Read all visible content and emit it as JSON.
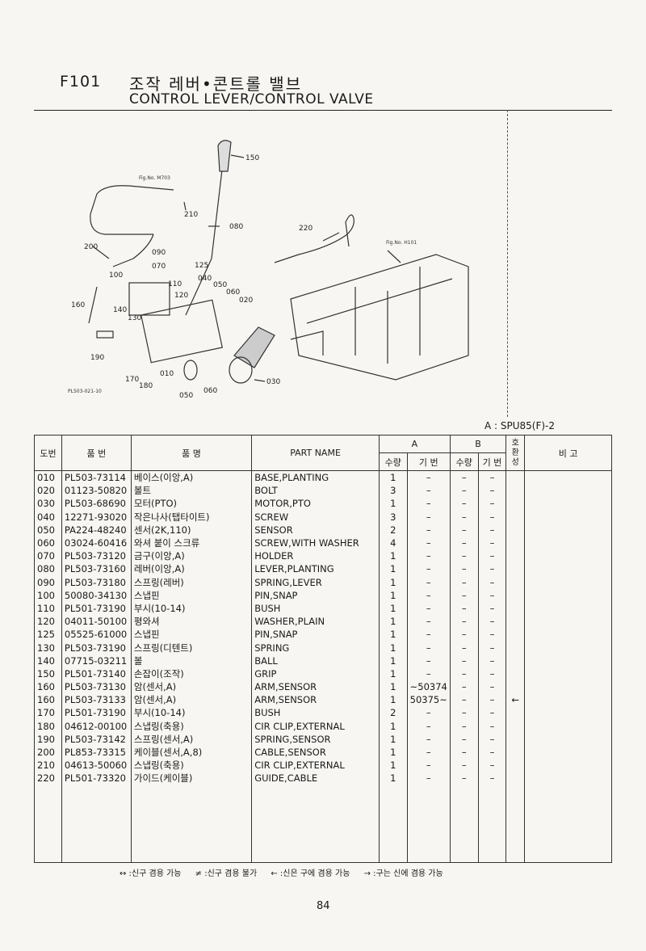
{
  "header": {
    "code": "F101",
    "title_ko": "조작 레버•콘트롤 밸브",
    "title_en": "CONTROL LEVER/CONTROL VALVE"
  },
  "diagram": {
    "callouts": [
      "150",
      "210",
      "080",
      "200",
      "090",
      "070",
      "125",
      "100",
      "110",
      "040",
      "050",
      "060",
      "020",
      "120",
      "160",
      "140",
      "130",
      "190",
      "010",
      "170",
      "180",
      "050",
      "060",
      "030",
      "220"
    ],
    "fig_left": "Fig.No. M703",
    "fig_right": "Fig.No. H101",
    "footer_code": "PL503-021-10"
  },
  "model": "A : SPU85(F)-2",
  "table": {
    "headers": {
      "num": "도번",
      "part_no": "품 번",
      "name_ko": "품 명",
      "part_name": "PART NAME",
      "group_a": "A",
      "group_b": "B",
      "qty": "수량",
      "serial": "기 번",
      "compat": "호환성",
      "remarks": "비 고"
    },
    "rows": [
      {
        "no": "010",
        "pn": "PL503-73114",
        "ko": "베이스(이앙,A)",
        "en": "BASE,PLANTING",
        "qa": "1",
        "sa": "–",
        "qb": "–",
        "sb": "–",
        "c": ""
      },
      {
        "no": "020",
        "pn": "01123-50820",
        "ko": "볼트",
        "en": "BOLT",
        "qa": "3",
        "sa": "–",
        "qb": "–",
        "sb": "–",
        "c": ""
      },
      {
        "no": "030",
        "pn": "PL503-68690",
        "ko": "모터(PTO)",
        "en": "MOTOR,PTO",
        "qa": "1",
        "sa": "–",
        "qb": "–",
        "sb": "–",
        "c": ""
      },
      {
        "no": "040",
        "pn": "12271-93020",
        "ko": "작은나사(탭타이트)",
        "en": "SCREW",
        "qa": "3",
        "sa": "–",
        "qb": "–",
        "sb": "–",
        "c": ""
      },
      {
        "no": "050",
        "pn": "PA224-48240",
        "ko": "센서(2K,110)",
        "en": "SENSOR",
        "qa": "2",
        "sa": "–",
        "qb": "–",
        "sb": "–",
        "c": ""
      },
      {
        "no": "060",
        "pn": "03024-60416",
        "ko": "와셔 붙이 스크류",
        "en": "SCREW,WITH WASHER",
        "qa": "4",
        "sa": "–",
        "qb": "–",
        "sb": "–",
        "c": ""
      },
      {
        "no": "070",
        "pn": "PL503-73120",
        "ko": "금구(이앙,A)",
        "en": "HOLDER",
        "qa": "1",
        "sa": "–",
        "qb": "–",
        "sb": "–",
        "c": ""
      },
      {
        "no": "080",
        "pn": "PL503-73160",
        "ko": "레버(이앙,A)",
        "en": "LEVER,PLANTING",
        "qa": "1",
        "sa": "–",
        "qb": "–",
        "sb": "–",
        "c": ""
      },
      {
        "no": "090",
        "pn": "PL503-73180",
        "ko": "스프링(레버)",
        "en": "SPRING,LEVER",
        "qa": "1",
        "sa": "–",
        "qb": "–",
        "sb": "–",
        "c": ""
      },
      {
        "no": "100",
        "pn": "50080-34130",
        "ko": "스냅핀",
        "en": "PIN,SNAP",
        "qa": "1",
        "sa": "–",
        "qb": "–",
        "sb": "–",
        "c": ""
      },
      {
        "no": "110",
        "pn": "PL501-73190",
        "ko": "부시(10-14)",
        "en": "BUSH",
        "qa": "1",
        "sa": "–",
        "qb": "–",
        "sb": "–",
        "c": ""
      },
      {
        "no": "120",
        "pn": "04011-50100",
        "ko": "평와셔",
        "en": "WASHER,PLAIN",
        "qa": "1",
        "sa": "–",
        "qb": "–",
        "sb": "–",
        "c": ""
      },
      {
        "no": "125",
        "pn": "05525-61000",
        "ko": "스냅핀",
        "en": "PIN,SNAP",
        "qa": "1",
        "sa": "–",
        "qb": "–",
        "sb": "–",
        "c": ""
      },
      {
        "no": "130",
        "pn": "PL503-73190",
        "ko": "스프링(디텐트)",
        "en": "SPRING",
        "qa": "1",
        "sa": "–",
        "qb": "–",
        "sb": "–",
        "c": ""
      },
      {
        "no": "140",
        "pn": "07715-03211",
        "ko": "볼",
        "en": "BALL",
        "qa": "1",
        "sa": "–",
        "qb": "–",
        "sb": "–",
        "c": ""
      },
      {
        "no": "150",
        "pn": "PL501-73140",
        "ko": "손잡이(조작)",
        "en": "GRIP",
        "qa": "1",
        "sa": "–",
        "qb": "–",
        "sb": "–",
        "c": ""
      },
      {
        "no": "160",
        "pn": "PL503-73130",
        "ko": "암(센서,A)",
        "en": "ARM,SENSOR",
        "qa": "1",
        "sa": "~50374",
        "qb": "–",
        "sb": "–",
        "c": ""
      },
      {
        "no": "160",
        "pn": "PL503-73133",
        "ko": "암(센서,A)",
        "en": "ARM,SENSOR",
        "qa": "1",
        "sa": "50375~",
        "qb": "–",
        "sb": "–",
        "c": "←"
      },
      {
        "no": "170",
        "pn": "PL501-73190",
        "ko": "부시(10-14)",
        "en": "BUSH",
        "qa": "2",
        "sa": "–",
        "qb": "–",
        "sb": "–",
        "c": ""
      },
      {
        "no": "180",
        "pn": "04612-00100",
        "ko": "스냅링(축용)",
        "en": "CIR CLIP,EXTERNAL",
        "qa": "1",
        "sa": "–",
        "qb": "–",
        "sb": "–",
        "c": ""
      },
      {
        "no": "190",
        "pn": "PL503-73142",
        "ko": "스프링(센서,A)",
        "en": "SPRING,SENSOR",
        "qa": "1",
        "sa": "–",
        "qb": "–",
        "sb": "–",
        "c": ""
      },
      {
        "no": "200",
        "pn": "PL853-73315",
        "ko": "케이블(센서,A,8)",
        "en": "CABLE,SENSOR",
        "qa": "1",
        "sa": "–",
        "qb": "–",
        "sb": "–",
        "c": ""
      },
      {
        "no": "210",
        "pn": "04613-50060",
        "ko": "스냅링(축용)",
        "en": "CIR CLIP,EXTERNAL",
        "qa": "1",
        "sa": "–",
        "qb": "–",
        "sb": "–",
        "c": ""
      },
      {
        "no": "220",
        "pn": "PL501-73320",
        "ko": "가이드(케이블)",
        "en": "GUIDE,CABLE",
        "qa": "1",
        "sa": "–",
        "qb": "–",
        "sb": "–",
        "c": ""
      }
    ]
  },
  "legend": [
    "↔ :신구 겸용 가능",
    "≠ :신구 겸용 불가",
    "← :신은 구에 겸용 가능",
    "→ :구는 신에 겸용 가능"
  ],
  "page_number": "84"
}
